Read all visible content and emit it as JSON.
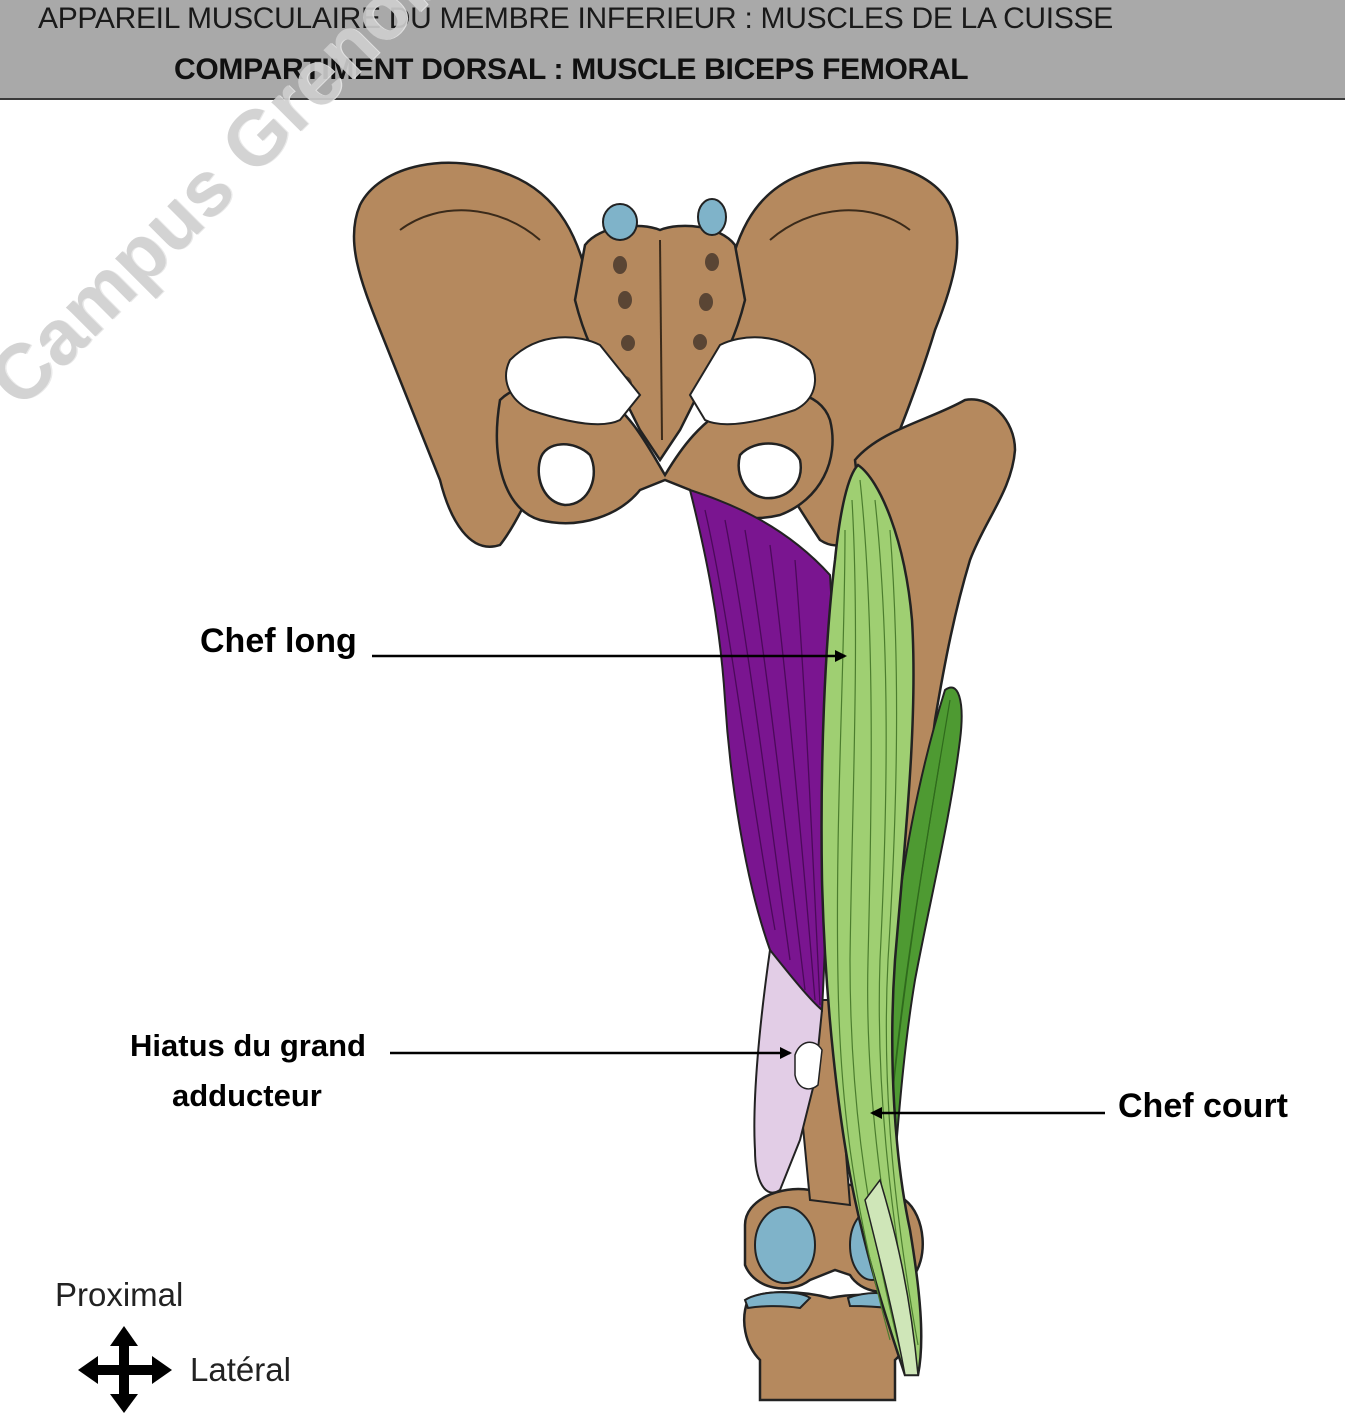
{
  "header": {
    "title": "APPAREIL MUSCULAIRE DU MEMBRE INFERIEUR : MUSCLES DE LA CUISSE",
    "subtitle": "COMPARTIMENT DORSAL : MUSCLE BICEPS FEMORAL"
  },
  "labels": {
    "chef_long": "Chef long",
    "hiatus_line1": "Hiatus du grand",
    "hiatus_line2": "adducteur",
    "chef_court": "Chef court"
  },
  "watermark": "Campus Grenoble",
  "orientation": {
    "proximal": "Proximal",
    "lateral": "Latéral"
  },
  "colors": {
    "header_bg": "#a9a9a9",
    "bone": "#b5895e",
    "cartilage": "#7fb3c9",
    "long_head": "#9fcf72",
    "short_head": "#4e9a32",
    "adductor_magnus": "#7a1590",
    "hiatus": "#e2cde6"
  }
}
